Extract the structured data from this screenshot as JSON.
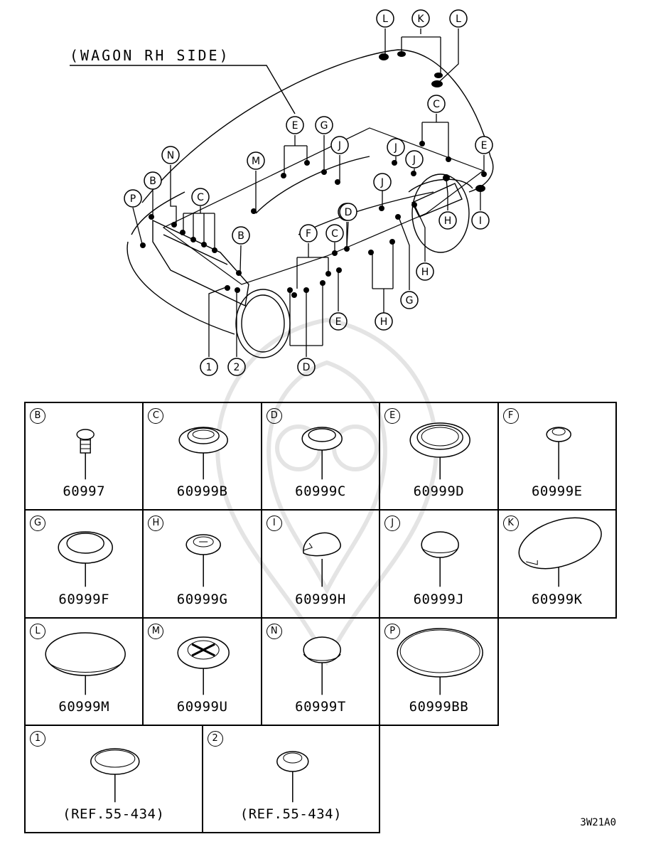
{
  "diagram": {
    "wagon_label": "(WAGON RH SIDE)",
    "callouts": [
      "L",
      "K",
      "L",
      "E",
      "G",
      "J",
      "C",
      "E",
      "J",
      "J",
      "N",
      "M",
      "J",
      "B",
      "C",
      "P",
      "D",
      "H",
      "I",
      "B",
      "F",
      "C",
      "D",
      "H",
      "E",
      "G",
      "H",
      "1",
      "2",
      "D"
    ]
  },
  "legend": [
    {
      "letter": "B",
      "part": "60997"
    },
    {
      "letter": "C",
      "part": "60999B"
    },
    {
      "letter": "D",
      "part": "60999C"
    },
    {
      "letter": "E",
      "part": "60999D"
    },
    {
      "letter": "F",
      "part": "60999E"
    },
    {
      "letter": "G",
      "part": "60999F"
    },
    {
      "letter": "H",
      "part": "60999G"
    },
    {
      "letter": "I",
      "part": "60999H"
    },
    {
      "letter": "J",
      "part": "60999J"
    },
    {
      "letter": "K",
      "part": "60999K"
    },
    {
      "letter": "L",
      "part": "60999M"
    },
    {
      "letter": "M",
      "part": "60999U"
    },
    {
      "letter": "N",
      "part": "60999T"
    },
    {
      "letter": "P",
      "part": "60999BB"
    },
    {
      "letter": "1",
      "part": "(REF.55-434)"
    },
    {
      "letter": "2",
      "part": "(REF.55-434)"
    }
  ],
  "figure_code": "3W21A0"
}
